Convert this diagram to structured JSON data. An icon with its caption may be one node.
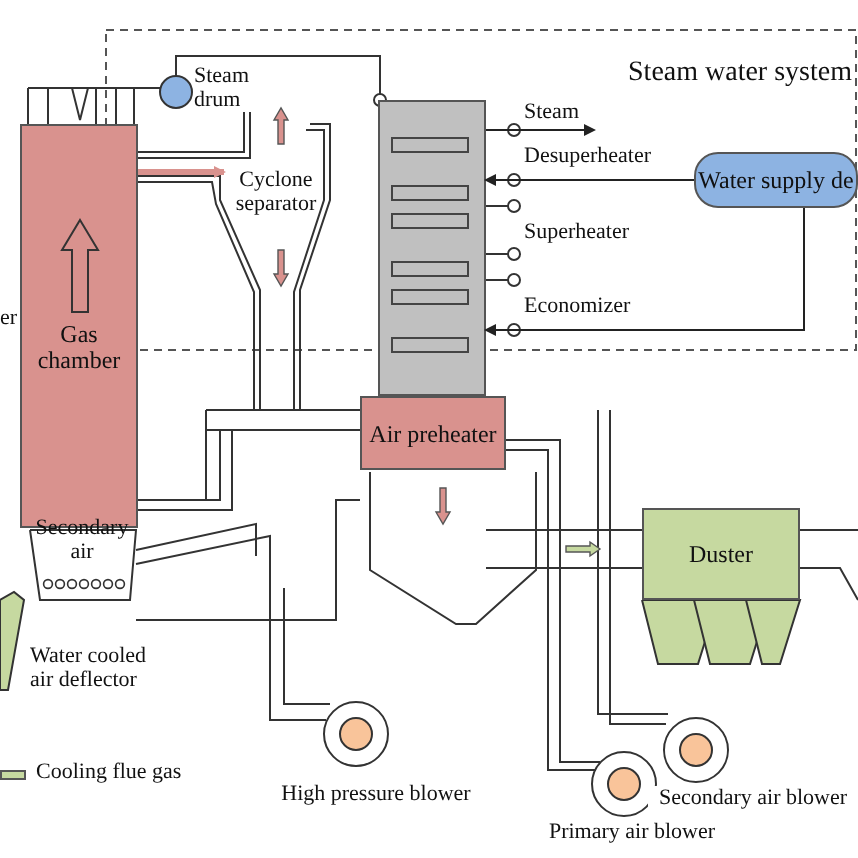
{
  "diagram": {
    "nodes": [
      {
        "text": [
          "Steam drum"
        ]
      },
      {
        "text": [
          "Gas chamber"
        ]
      },
      {
        "text": [
          "Cyclone separator"
        ]
      },
      {
        "text": [],
        "shape": "box"
      },
      {
        "text": [
          "Water supply de"
        ]
      },
      {
        "text": [
          "Air preheater"
        ]
      },
      {
        "text": [
          "Duster"
        ]
      },
      {
        "text": [
          "High pressure blower"
        ]
      },
      {
        "text": [
          "Primary air blower"
        ]
      },
      {
        "text": [
          "Secondary air blower"
        ]
      },
      {
        "text": [
          "Steam"
        ]
      }
    ],
    "edges": [
      {
        "from": 1,
        "to": 2,
        "arrow": "to",
        "style": "thick",
        "color": "#d9928e"
      },
      {
        "from": 4,
        "to": 3,
        "arrow": "to"
      },
      {
        "from": 4,
        "to": 3,
        "arrow": "to"
      },
      {
        "from": 3,
        "to": 10,
        "arrow": "to"
      }
    ],
    "labels": [
      "Steam water system",
      "er",
      "Desuperheater",
      "Superheater",
      "Economizer",
      "Secondary air",
      "Water cooled air deflector"
    ],
    "legend": [
      {
        "text": "Cooling flue gas",
        "color": "#c6d9a0"
      }
    ]
  }
}
